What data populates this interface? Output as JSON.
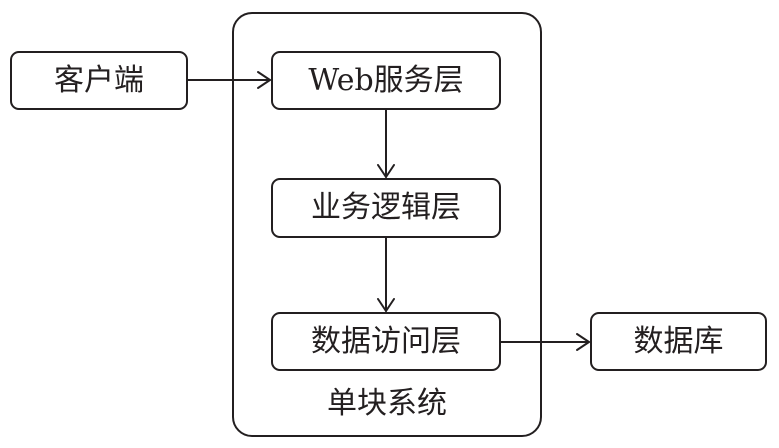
{
  "diagram": {
    "client": "客户端",
    "web_layer": "Web服务层",
    "business_layer": "业务逻辑层",
    "data_access_layer": "数据访问层",
    "database": "数据库",
    "system_label": "单块系统"
  }
}
